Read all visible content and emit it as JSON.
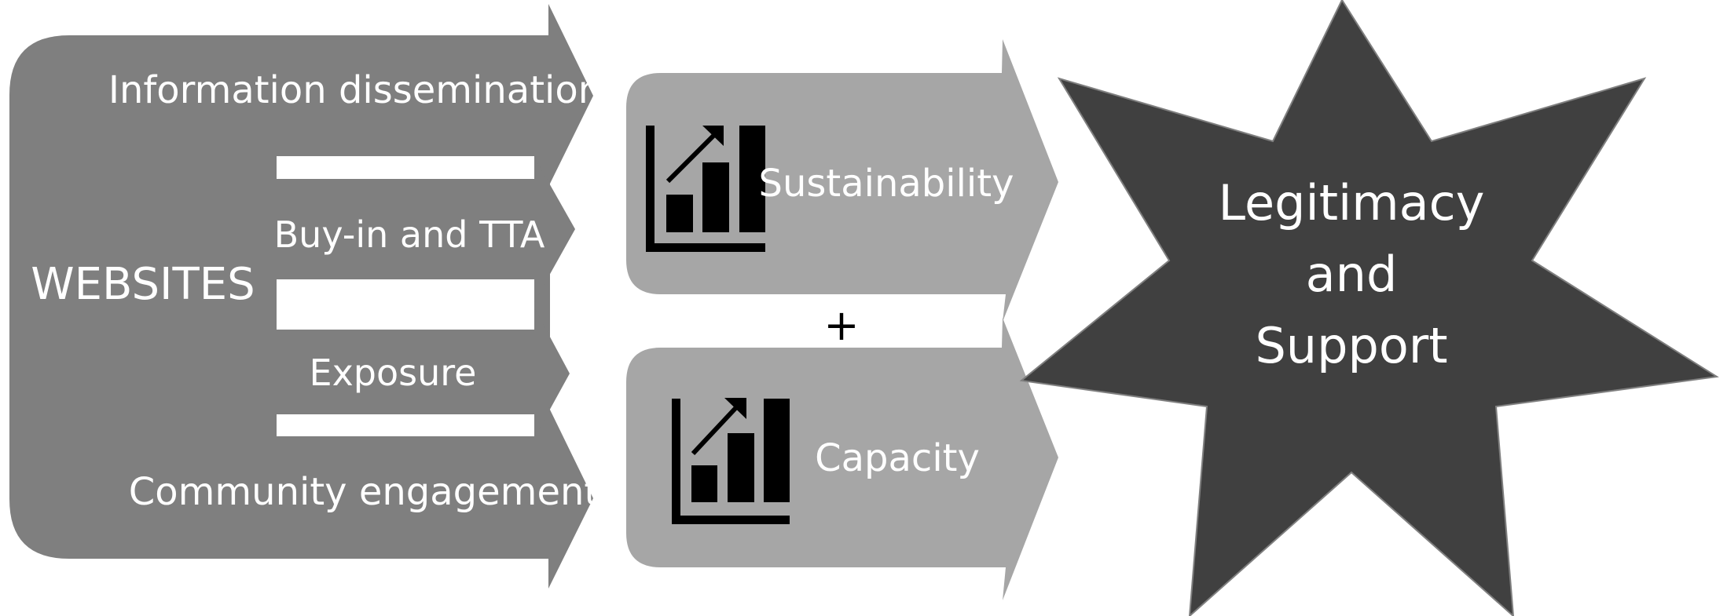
{
  "source": {
    "label": "WEBSITES",
    "arrows": [
      {
        "label": "Information dissemination"
      },
      {
        "label": "Buy-in and TTA"
      },
      {
        "label": "Exposure"
      },
      {
        "label": "Community engagement"
      }
    ]
  },
  "outcomes": [
    {
      "label": "Sustainability",
      "icon": "bar-chart-growth-icon"
    },
    {
      "label": "Capacity",
      "icon": "bar-chart-growth-icon"
    }
  ],
  "connector": "+",
  "result": {
    "lines": [
      "Legitimacy",
      "and",
      "Support"
    ]
  },
  "colors": {
    "source_fill": "#7f7f7f",
    "outcome_fill": "#a6a6a6",
    "star_fill": "#404040",
    "star_stroke": "#7f7f7f",
    "text": "#ffffff",
    "icon": "#000000"
  }
}
